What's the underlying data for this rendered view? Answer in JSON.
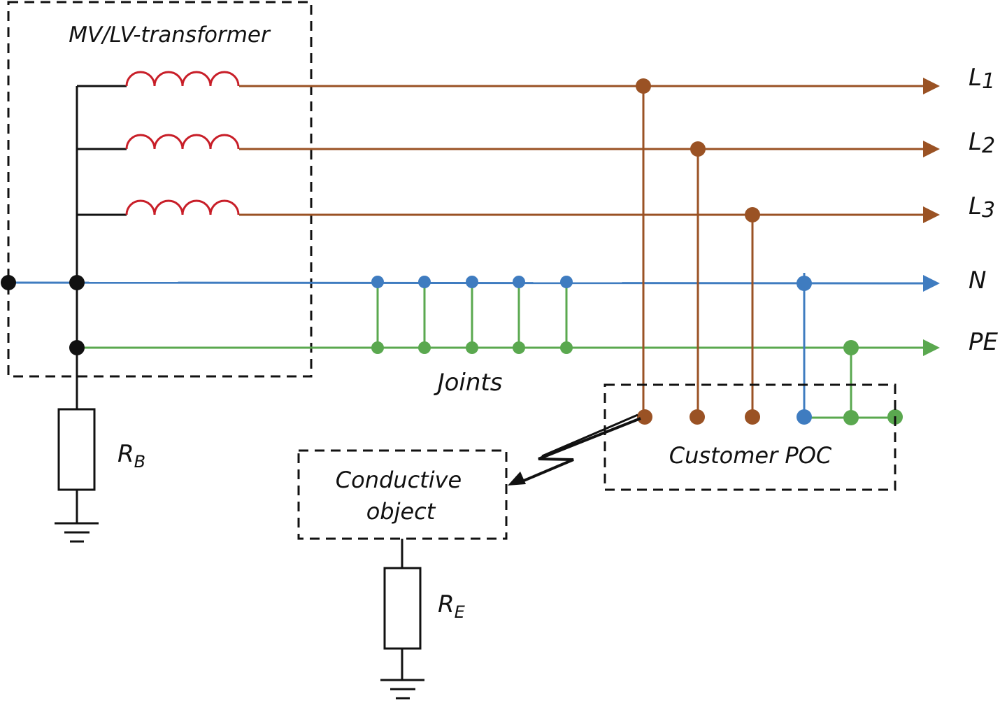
{
  "title": "MV/LV-transformer",
  "lines": [
    {
      "label": "L1",
      "main": "L",
      "sub": "1"
    },
    {
      "label": "L2",
      "main": "L",
      "sub": "2"
    },
    {
      "label": "L3",
      "main": "L",
      "sub": "3"
    },
    {
      "label": "N",
      "main": "N",
      "sub": ""
    },
    {
      "label": "PE",
      "main": "PE",
      "sub": ""
    }
  ],
  "joints_label": "Joints",
  "customer_poc_label": "Customer POC",
  "conductive_object": {
    "line1": "Conductive",
    "line2": "object"
  },
  "resistors": {
    "rb": {
      "main": "R",
      "sub": "B"
    },
    "re": {
      "main": "R",
      "sub": "E"
    }
  },
  "colors": {
    "phase": "#9a5224",
    "coil": "#c81e28",
    "neutral": "#3f7cc0",
    "pe": "#5aa84f",
    "black": "#111111"
  }
}
